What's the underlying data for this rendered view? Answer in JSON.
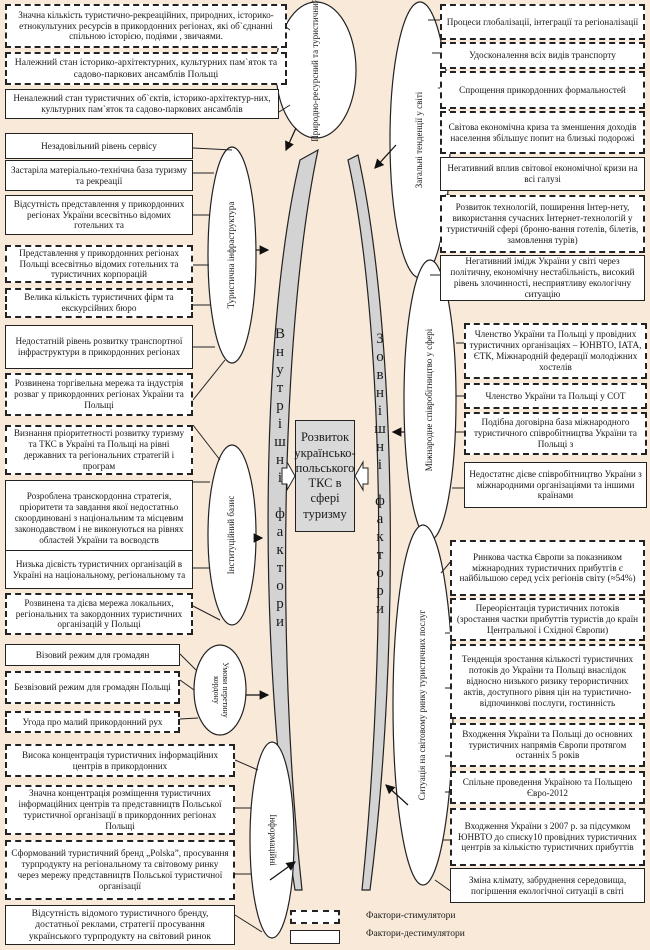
{
  "center": {
    "title": "Розвиток українсько-польського ТКС в сфері туризму"
  },
  "internal_label": "Внутрішні фактори",
  "external_label": "Зовнішні фактори",
  "groups": {
    "natural": "Природно-ресурсний та туристичний",
    "infra": "Туристична інфраструктура",
    "institutional": "Інституційний базис",
    "border": "Умови перетину кордону",
    "info": "Інформаційні",
    "global": "Загальні тенденції у світі",
    "intl": "Міжнародне співробітництво у сфері",
    "market": "Ситуація на світовому ринку туристичних послуг"
  },
  "left_boxes": [
    {
      "text": "Значна кількість туристично-рекреаційних, природних, історико-етнокультуних ресурсів в прикордонних регіонах, які об`єднанні спільною історією, подіями , звичаями.",
      "type": "stimulator"
    },
    {
      "text": "Належний стан історико-архітектурних, культурних пам`яток та садово-паркових ансамблів Польщі",
      "type": "stimulator"
    },
    {
      "text": "Неналежний стан туристичних об`єктів, історико-архітектур-них, культурних пам`яток та садово-паркових ансамблів",
      "type": "destimulator"
    },
    {
      "text": "Незадовільний рівень сервісу",
      "type": "destimulator"
    },
    {
      "text": "Застаріла матеріально-технічна база туризму та рекреації",
      "type": "destimulator"
    },
    {
      "text": "Відсутність представлення у прикордонних регіонах України всесвітньо відомих готельних та",
      "type": "destimulator"
    },
    {
      "text": "Представлення у прикордонних регіонах Польщі всесвітньо відомих готельних та туристичних корпорацій",
      "type": "stimulator"
    },
    {
      "text": "Велика кількість туристичних фірм та екскурсійних бюро",
      "type": "stimulator"
    },
    {
      "text": "Недостатній рівень розвитку транспортної інфраструктури в прикордонних регіонах",
      "type": "destimulator"
    },
    {
      "text": "Розвинена торгівельна мережа та індустрія розваг у прикордонних регіонах України та Польщі",
      "type": "stimulator"
    },
    {
      "text": "Визнання пріоритетності розвитку туризму та ТКС в Україні та Польщі на рівні державних та регіональних стратегій і програм",
      "type": "stimulator"
    },
    {
      "text": "Розроблена транскордонна стратегія, пріоритети та завдання якої недостатньо скоординовані з національним та місцевим законодавством і не виконуються на рівнях областей України та воєводств",
      "type": "destimulator"
    },
    {
      "text": "Низька дієвість туристичних організацій в Україні на національному, регіональному та",
      "type": "destimulator"
    },
    {
      "text": "Розвинена та дієва мережа локальних, регіональних та закордонних туристичних організацій у Польщі",
      "type": "stimulator"
    },
    {
      "text": "Візовий режим для громадян",
      "type": "destimulator"
    },
    {
      "text": "Безвізовий режим для громадян Польщі",
      "type": "stimulator"
    },
    {
      "text": "Угода про малий прикордонний рух",
      "type": "stimulator"
    },
    {
      "text": "Висока концентрація туристичних інформаційних центрів в прикордонних",
      "type": "stimulator"
    },
    {
      "text": "Значна концентрація розміщення туристичних інформаційних центрів та представництв Польської туристичної організації в прикордонних регіонах Польщі",
      "type": "stimulator"
    },
    {
      "text": "Сформований туристичний бренд „Polska”, просування турпродукту на регіональному та світовому ринку через мережу представництв Польської туристичної організації",
      "type": "stimulator"
    },
    {
      "text": "Відсутність відомого туристичного бренду, достатньої реклами, стратегії просування українського турпродукту на світовий ринок",
      "type": "destimulator"
    }
  ],
  "right_boxes": [
    {
      "text": "Процеси глобалізації, інтеграції та регіоналізації",
      "type": "stimulator"
    },
    {
      "text": "Удосконалення всіх видів транспорту",
      "type": "stimulator"
    },
    {
      "text": "Спрощення прикордонних формальностей",
      "type": "stimulator"
    },
    {
      "text": "Світова економічна криза та зменшення доходів населення збільшує попит на близькі подорожі",
      "type": "stimulator"
    },
    {
      "text": "Негативний вплив світової економічної кризи на всі галузі",
      "type": "destimulator"
    },
    {
      "text": "Розвиток технологій, поширення Інтер-нету, використання сучасних Інтернет-технологій у туристичній сфері (броню-вання готелів, білетів, замовлення турів)",
      "type": "stimulator"
    },
    {
      "text": "Негативний імідж України у світі через політичну, економічну нестабільність, високий рівень злочинності, несприятливу екологічну ситуацію",
      "type": "destimulator"
    },
    {
      "text": "Членство України та Польщі у провідних туристичних організаціях – ЮНВТО, ІАТА, ЄТК, Міжнародній федерації молодіжних хостелів",
      "type": "stimulator"
    },
    {
      "text": "Членство України та Польщі у СОТ",
      "type": "stimulator"
    },
    {
      "text": "Подібна договірна база міжнародного туристичного співробітництва України та Польщі з",
      "type": "stimulator"
    },
    {
      "text": "Недостатнє дієве співробітництво України з міжнародними організаціями та іншими країнами",
      "type": "destimulator"
    },
    {
      "text": "Ринкова частка Європи за показником міжнародних туристичних прибутгів є найбільшою серед усіх регіонів світу (≈54%)",
      "type": "stimulator"
    },
    {
      "text": "Переорієнтація туристичних потоків (зростання частки прибуттів туристів до країн Центральної і Східної Європи)",
      "type": "stimulator"
    },
    {
      "text": "Тенденція зростання кількості туристичних потоків до України та Польщі внаслідок відносно низького ризику терористичних актів, доступного рівня цін на туристично-відпочинкові послуги, гостинність",
      "type": "stimulator"
    },
    {
      "text": "Входження України та Польщі до основних туристичних напрямів Європи протягом останніх 5 років",
      "type": "stimulator"
    },
    {
      "text": "Спільне проведення Україною та Польщею Євро-2012",
      "type": "stimulator"
    },
    {
      "text": "Входження України з 2007 р. за підсумком ЮНВТО до списку10 провідних туристичних центрів за кількістю туристичних прибуттів",
      "type": "stimulator"
    },
    {
      "text": "Зміна клімату, забруднення середовища, погіршення екологічної ситуації в світі",
      "type": "destimulator"
    }
  ],
  "legend": {
    "stimulators": "Фактори-стимулятори",
    "destimulators": "Фактори-дестимулятори"
  }
}
